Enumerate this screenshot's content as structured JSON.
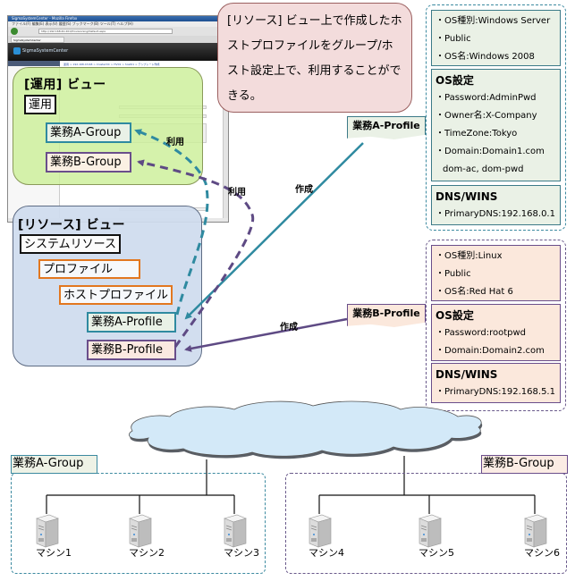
{
  "browser": {
    "title": "SigmaSystemCenter - Mozilla Firefox",
    "menu": "ファイル(F)  編集(E)  表示(V)  履歴(S)  ブックマーク(B)  ツール(T)  ヘルプ(H)",
    "url": "http://192.168.40.201/Provisioning/Default.aspx",
    "tab": "SigmaSystemCenter",
    "logo": "SigmaSystemCenter",
    "breadcrumb": "運用 > 192.168.43.68 > ClusterDC > HV01 > host01 > テンプレート作成"
  },
  "callout": {
    "text": "[リソース] ビュー上で作成したホストプロファイルをグループ/ホスト設定上で、利用することができる。"
  },
  "unyo_view": {
    "title": "[運用] ビュー",
    "root": "運用",
    "groups": [
      "業務A-Group",
      "業務B-Group"
    ]
  },
  "resource_view": {
    "title": "[リソース] ビュー",
    "root": "システムリソース",
    "level1": "プロファイル",
    "level2": "ホストプロファイル",
    "profiles": [
      "業務A-Profile",
      "業務B-Profile"
    ]
  },
  "arrows": {
    "use_a": "利用",
    "use_b": "利用",
    "create_a": "作成",
    "create_b": "作成"
  },
  "profile_a": {
    "tag": "業務A-Profile",
    "basic": [
      "・OS種別:Windows Server",
      "・Public",
      "・OS名:Windows 2008"
    ],
    "os_settings_title": "OS設定",
    "os_settings": [
      "・Password:AdminPwd",
      "・Owner名:X-Company",
      "・TimeZone:Tokyo",
      "・Domain:Domain1.com",
      "dom-ac, dom-pwd"
    ],
    "dns_title": "DNS/WINS",
    "dns": [
      "・PrimaryDNS:192.168.0.1"
    ]
  },
  "profile_b": {
    "tag": "業務B-Profile",
    "basic": [
      "・OS種別:Linux",
      "・Public",
      "・OS名:Red Hat 6"
    ],
    "os_settings_title": "OS設定",
    "os_settings": [
      "・Password:rootpwd",
      "・Domain:Domain2.com"
    ],
    "dns_title": "DNS/WINS",
    "dns": [
      "・PrimaryDNS:192.168.5.1"
    ]
  },
  "network": {
    "group_a": "業務A-Group",
    "group_b": "業務B-Group",
    "machines_a": [
      "マシン1",
      "マシン2",
      "マシン3"
    ],
    "machines_b": [
      "マシン4",
      "マシン5",
      "マシン6"
    ]
  },
  "colors": {
    "teal": "#2f8aa0",
    "purple": "#5e4a84",
    "orange": "#e2771f"
  }
}
